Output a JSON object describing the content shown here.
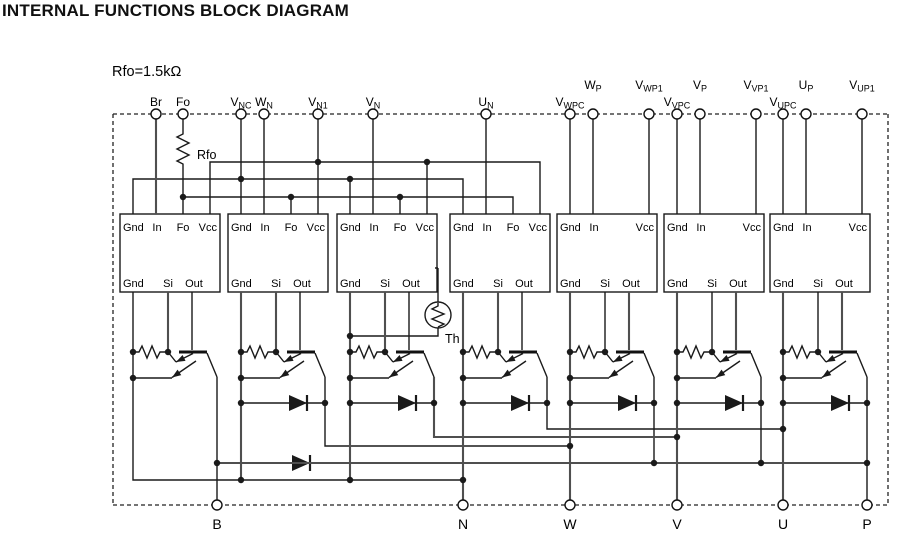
{
  "title": "INTERNAL FUNCTIONS BLOCK DIAGRAM",
  "rfo_note": "Rfo=1.5kΩ",
  "resistor_label": "Rfo",
  "thermistor_label": "Th",
  "top_terminals": [
    {
      "main": "Br",
      "sub": ""
    },
    {
      "main": "Fo",
      "sub": ""
    },
    {
      "main": "V",
      "sub": "NC"
    },
    {
      "main": "W",
      "sub": "N"
    },
    {
      "main": "V",
      "sub": "N1"
    },
    {
      "main": "V",
      "sub": "N"
    },
    {
      "main": "U",
      "sub": "N"
    },
    {
      "main": "V",
      "sub": "WPC"
    },
    {
      "main": "W",
      "sub": "P"
    },
    {
      "main": "V",
      "sub": "WP1"
    },
    {
      "main": "V",
      "sub": "VPC"
    },
    {
      "main": "V",
      "sub": "P"
    },
    {
      "main": "V",
      "sub": "VP1"
    },
    {
      "main": "V",
      "sub": "UPC"
    },
    {
      "main": "U",
      "sub": "P"
    },
    {
      "main": "V",
      "sub": "UP1"
    }
  ],
  "bottom_terminals": [
    "B",
    "N",
    "W",
    "V",
    "U",
    "P"
  ],
  "driver_blocks": [
    {
      "top_pins": [
        "Gnd",
        "In",
        "Fo",
        "Vcc"
      ],
      "bottom_pins": [
        "Gnd",
        "Si",
        "Out"
      ]
    },
    {
      "top_pins": [
        "Gnd",
        "In",
        "Fo",
        "Vcc"
      ],
      "bottom_pins": [
        "Gnd",
        "Si",
        "Out"
      ]
    },
    {
      "top_pins": [
        "Gnd",
        "In",
        "Fo",
        "Vcc"
      ],
      "bottom_pins": [
        "Gnd",
        "Si",
        "Out"
      ]
    },
    {
      "top_pins": [
        "Gnd",
        "In",
        "Fo",
        "Vcc"
      ],
      "bottom_pins": [
        "Gnd",
        "Si",
        "Out"
      ]
    },
    {
      "top_pins": [
        "Gnd",
        "In",
        "Vcc"
      ],
      "bottom_pins": [
        "Gnd",
        "Si",
        "Out"
      ]
    },
    {
      "top_pins": [
        "Gnd",
        "In",
        "Vcc"
      ],
      "bottom_pins": [
        "Gnd",
        "Si",
        "Out"
      ]
    },
    {
      "top_pins": [
        "Gnd",
        "In",
        "Vcc"
      ],
      "bottom_pins": [
        "Gnd",
        "Si",
        "Out"
      ]
    }
  ],
  "colors": {
    "line": "#1a1a1a",
    "thick_line": "#4f4f4f",
    "background": "#ffffff",
    "text": "#000000"
  }
}
